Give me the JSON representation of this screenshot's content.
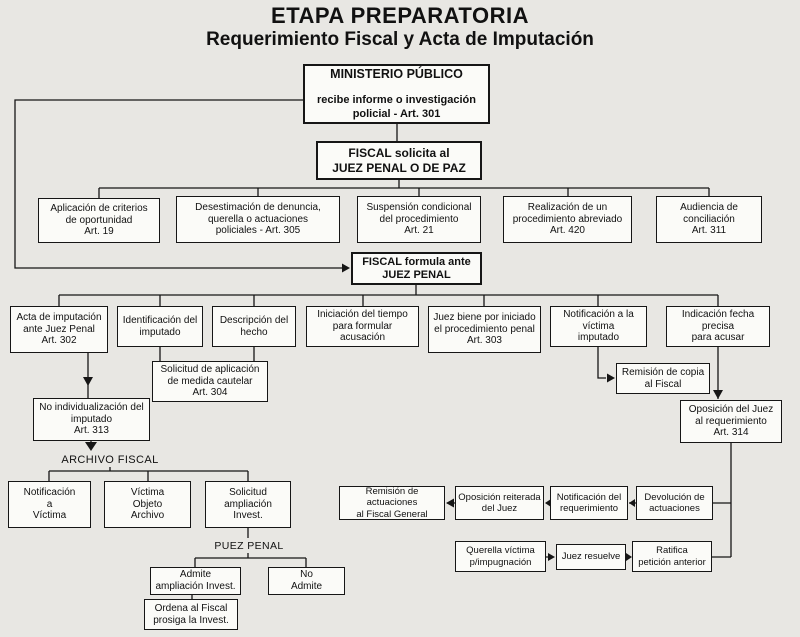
{
  "title": {
    "line1": "ETAPA PREPARATORIA",
    "line2": "Requerimiento Fiscal y Acta de Imputación"
  },
  "colors": {
    "background": "#e8e7e3",
    "box_fill": "#fbfbf8",
    "line": "#161616"
  },
  "nodes": {
    "ministerio_title": "MINISTERIO PÚBLICO",
    "ministerio_body": "recibe informe o investigación\npolicial - Art. 301",
    "fiscal_solicita": "FISCAL solicita al\nJUEZ PENAL O DE PAZ",
    "op_criterios": "Aplicación de criterios\nde oportunidad\nArt. 19",
    "desestimacion": "Desestimación de denuncia,\nquerella o actuaciones\npoliciales - Art. 305",
    "suspension": "Suspensión condicional\ndel procedimiento\nArt. 21",
    "abreviado": "Realización de un\nprocedimiento abreviado\nArt. 420",
    "conciliacion": "Audiencia de\nconciliación\nArt. 311",
    "fiscal_formula": "FISCAL formula ante\nJUEZ PENAL",
    "acta_imputacion": "Acta de imputación\nante Juez Penal\nArt. 302",
    "identificacion": "Identificación del\nimputado",
    "descripcion": "Descripción del\nhecho",
    "iniciacion": "Iniciación del tiempo\npara formular acusación",
    "juez_iniciado": "Juez biene por iniciado\nel procedimiento penal\nArt. 303",
    "notif_victima_imp": "Notificación a la víctima\nimputado",
    "indicacion_fecha": "Indicación fecha precisa\npara acusar",
    "medida_cautelar": "Solicitud de aplicación\nde medida cautelar\nArt. 304",
    "remision_copia": "Remisión de copia\nal Fiscal",
    "oposicion_juez": "Oposición del Juez\nal requerimiento\nArt. 314",
    "no_individualizacion": "No individualización del\nimputado\nArt. 313",
    "archivo_fiscal": "ARCHIVO FISCAL",
    "notif_a_victima": "Notificación\na\nVíctima",
    "victima_objeto": "Víctima\nObjeto\nArchivo",
    "solicitud_ampliacion": "Solicitud\nampliación\nInvest.",
    "remision_actuaciones": "Remisión de actuaciones\nal Fiscal General",
    "oposicion_reiterada": "Oposición reiterada\ndel Juez",
    "notificacion_requerimiento": "Notificación del\nrequerimiento",
    "devolucion_actuaciones": "Devolución de\nactuaciones",
    "puez_penal": "PUEZ PENAL",
    "querella": "Querella víctima\np/impugnación",
    "juez_resuelve": "Juez resuelve",
    "ratifica": "Ratifica\npetición anterior",
    "admite_ampliacion": "Admite\nampliación Invest.",
    "no_admite": "No\nAdmite",
    "ordena_fiscal": "Ordena al Fiscal\nprosiga la Invest."
  }
}
